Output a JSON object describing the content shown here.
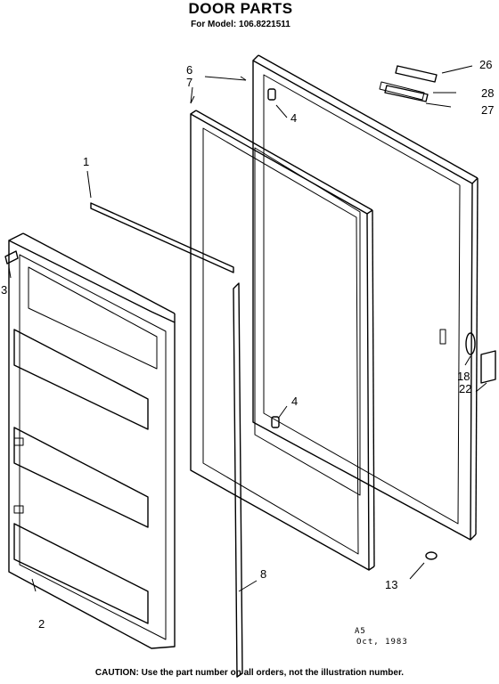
{
  "header": {
    "title": "DOOR PARTS",
    "subtitle": "For Model: 106.8221511"
  },
  "callouts": {
    "c1": "1",
    "c2": "2",
    "c3": "3",
    "c4a": "4",
    "c4b": "4",
    "c6": "6",
    "c7": "7",
    "c8": "8",
    "c13": "13",
    "c18": "18",
    "c22": "22",
    "c26": "26",
    "c27": "27",
    "c28": "28"
  },
  "stamp": {
    "line1": "A5",
    "line2": "Oct, 1983"
  },
  "footer": {
    "caution": "CAUTION: Use the part number on all orders, not the illustration number."
  }
}
